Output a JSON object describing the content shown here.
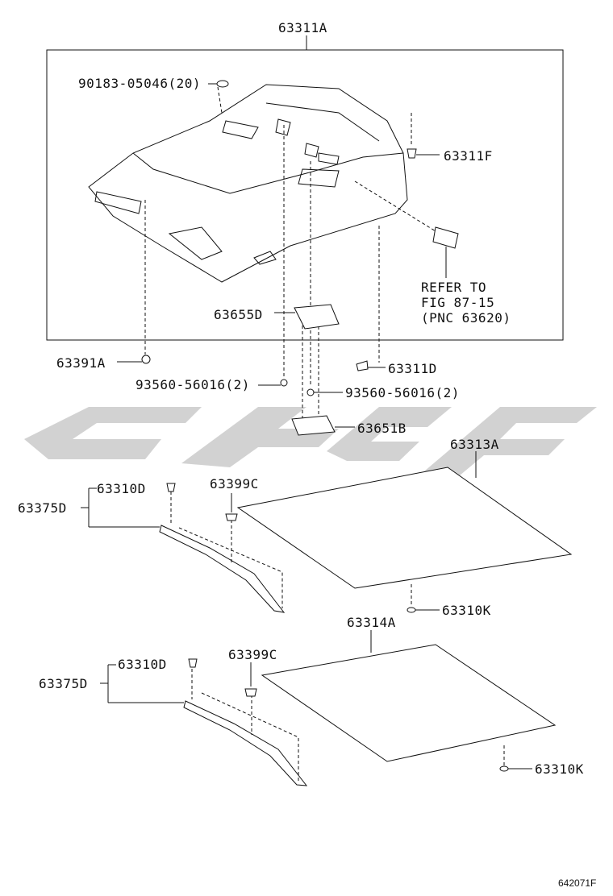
{
  "labels": {
    "headlining": "63311A",
    "clip_top": "90183-05046(20)",
    "clip_right": "63311F",
    "refer_1": "REFER TO",
    "refer_2": "FIG 87-15",
    "refer_3": "(PNC 63620)",
    "pad": "63655D",
    "clip_left": "63391A",
    "clip_lower": "63311D",
    "screw_1": "93560-56016(2)",
    "screw_2": "93560-56016(2)",
    "plate": "63651B",
    "panel_1": "63313A",
    "panel_1_clip_d": "63310D",
    "panel_1_bracket": "63375D",
    "panel_1_clip_c": "63399C",
    "panel_1_clip_k": "63310K",
    "panel_2": "63314A",
    "panel_2_clip_d": "63310D",
    "panel_2_bracket": "63375D",
    "panel_2_clip_c": "63399C",
    "panel_2_clip_k": "63310K",
    "figure_id": "642071F"
  }
}
